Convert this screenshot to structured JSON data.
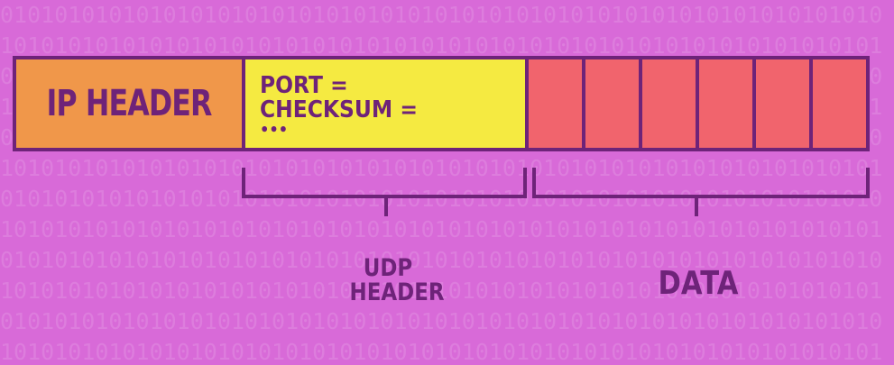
{
  "background_pattern": [
    "01010101010101010101010101010101010101010101010101010101010101010",
    "10101010101010101010101010101010101010101010101010101010101010101",
    "01010101010101010101010101010101010101010101010101010101010101010",
    "10101010101010101010101010101010101010101010101010101010101010101",
    "01010101010101010101010101010101010101010101010101010101010101010",
    "10101010101010101010101010101010101010101010101010101010101010101",
    "01010101010101010101010101010101010101010101010101010101010101010",
    "10101010101010101010101010101010101010101010101010101010101010101",
    "01010101010101010101010101010101010101010101010101010101010101010",
    "10101010101010101010101010101010101010101010101010101010101010101",
    "01010101010101010101010101010101010101010101010101010101010101010",
    "10101010101010101010101010101010101010101010101010101010101010101"
  ],
  "packet": {
    "ip_header": "IP HEADER",
    "udp_fields": [
      "PORT =",
      "CHECKSUM =",
      "•••"
    ],
    "data_cell_count": 6
  },
  "labels": {
    "udp_line1": "UDP",
    "udp_line2": "HEADER",
    "data": "DATA"
  },
  "colors": {
    "background": "#d86ad8",
    "outline": "#6e2379",
    "ip_header": "#f0974a",
    "udp_header": "#f5ea41",
    "data": "#f1646d"
  }
}
